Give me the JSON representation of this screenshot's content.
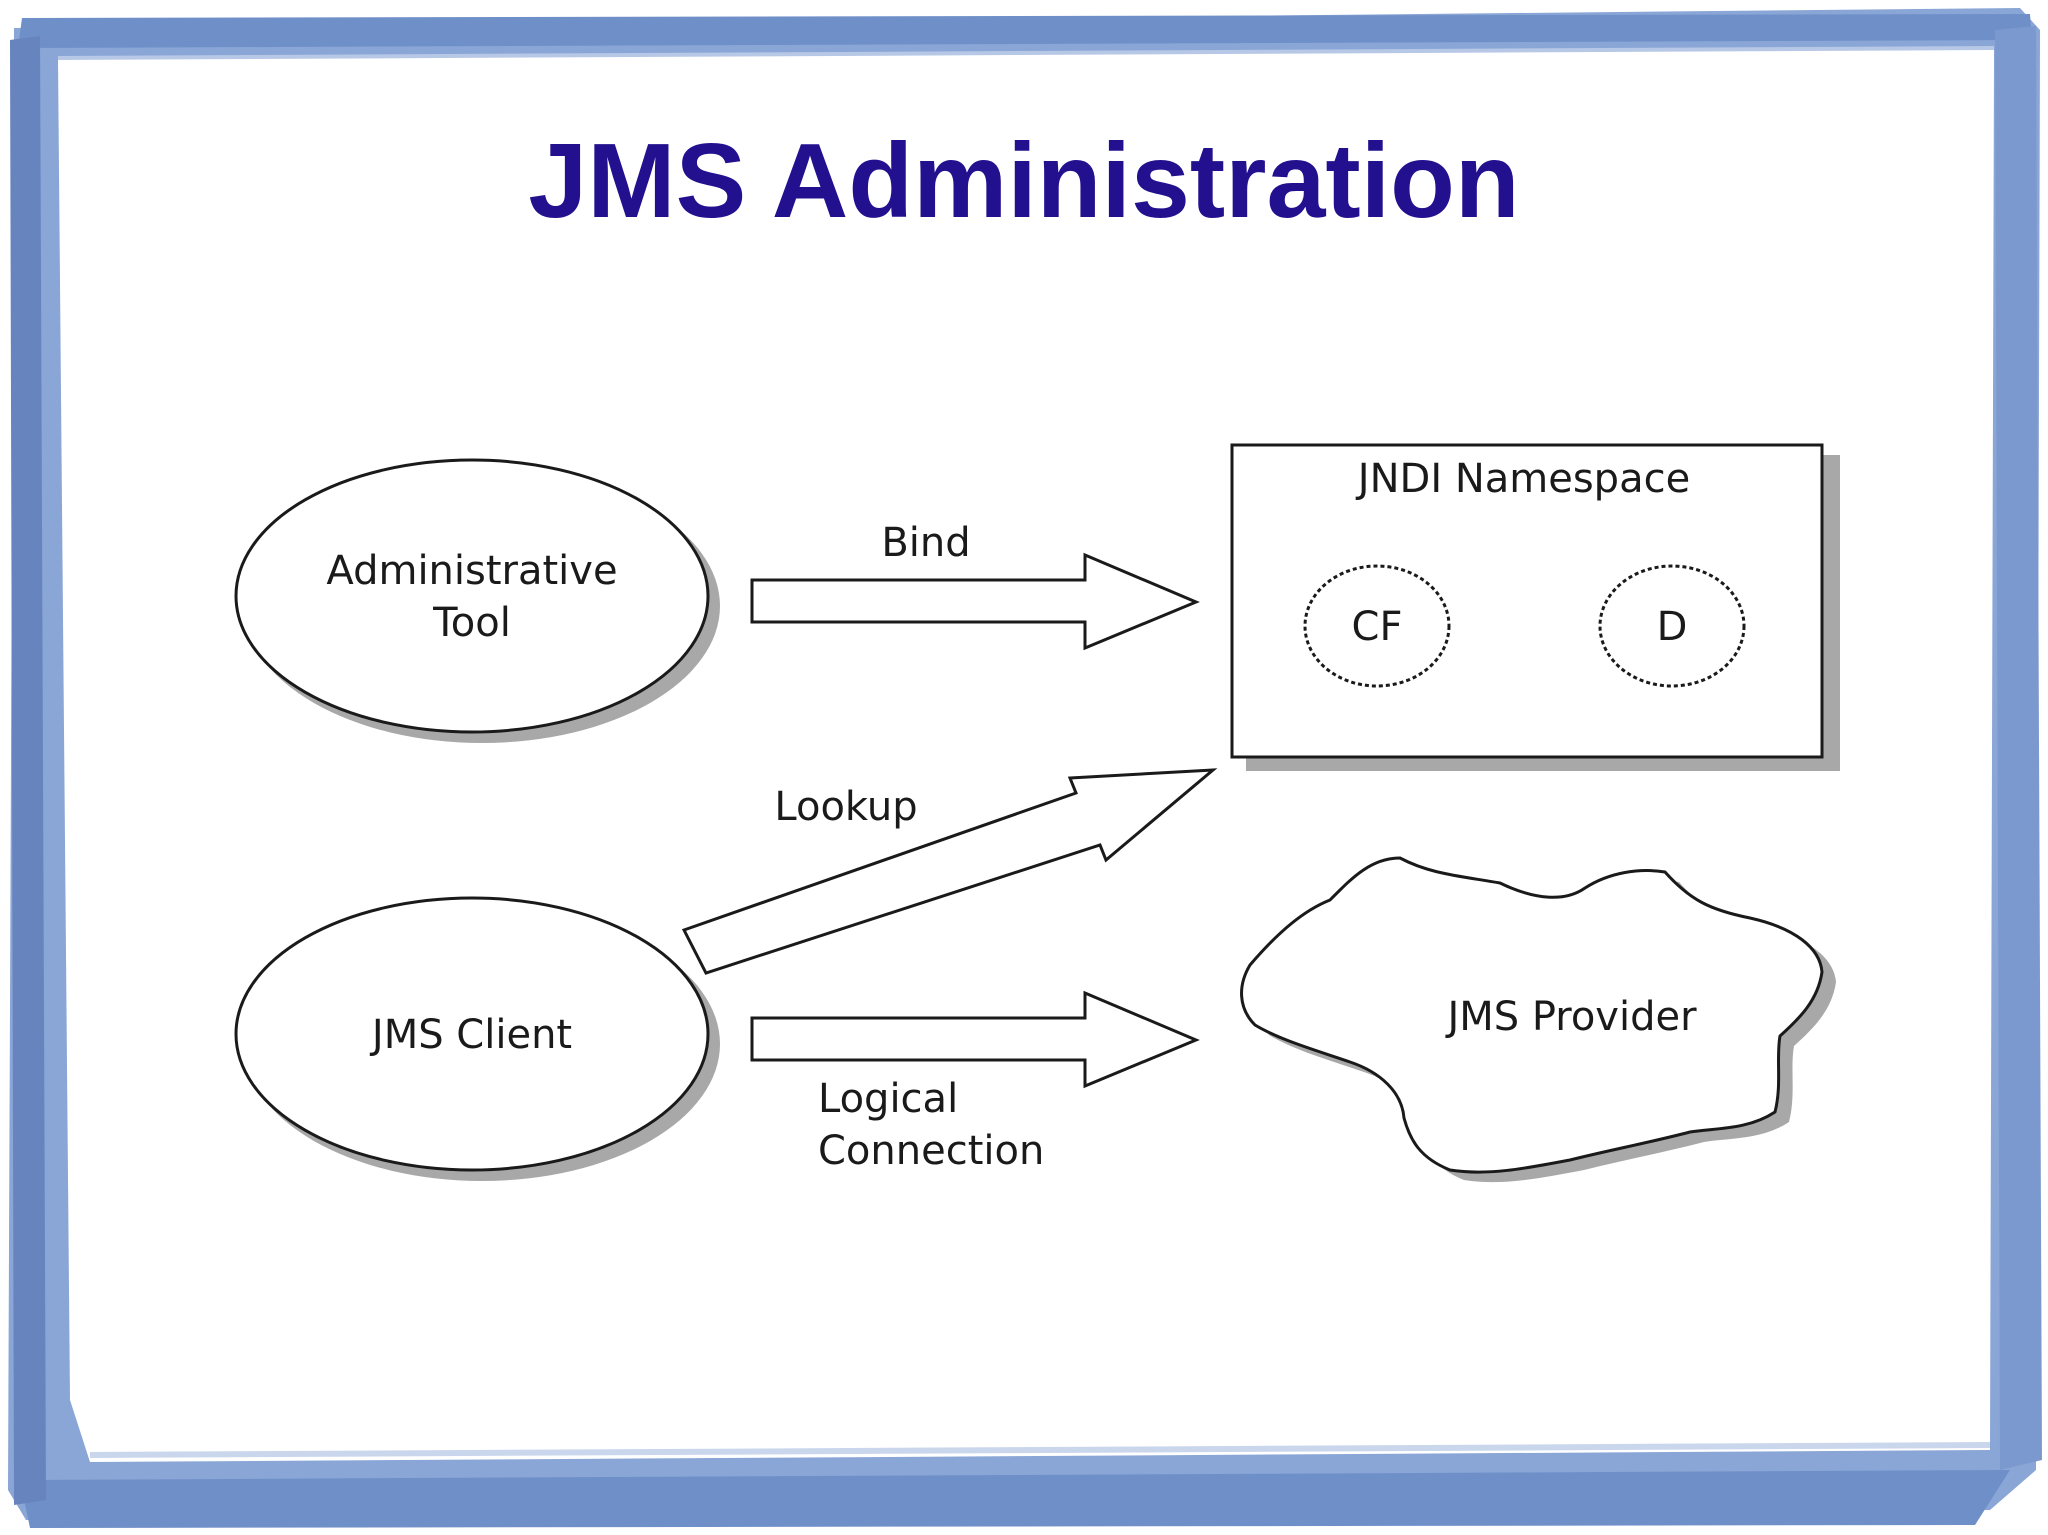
{
  "slide": {
    "title": "JMS Administration"
  },
  "diagram": {
    "nodes": {
      "admin_tool": {
        "line1": "Administrative",
        "line2": "Tool"
      },
      "jms_client": {
        "label": "JMS Client"
      },
      "jndi_namespace": {
        "label": "JNDI Namespace"
      },
      "cf": {
        "label": "CF"
      },
      "d": {
        "label": "D"
      },
      "jms_provider": {
        "label": "JMS Provider"
      }
    },
    "edges": {
      "bind": {
        "label": "Bind"
      },
      "lookup": {
        "label": "Lookup"
      },
      "logical_connection": {
        "line1": "Logical",
        "line2": "Connection"
      }
    }
  },
  "colors": {
    "title": "#22108f",
    "frame": "#7f9fd0",
    "frame_dark": "#5677b3",
    "shadow": "#a8a8a8",
    "stroke": "#1a1a1a"
  }
}
